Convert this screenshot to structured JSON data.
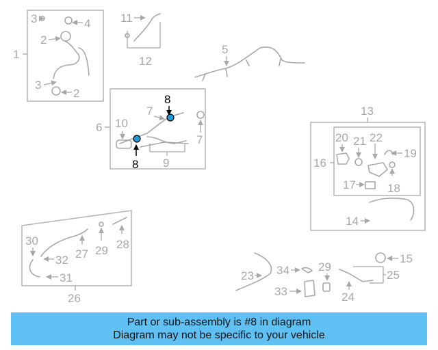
{
  "callouts": [
    "1",
    "2",
    "3",
    "4",
    "5",
    "6",
    "7",
    "8",
    "9",
    "10",
    "11",
    "12",
    "13",
    "14",
    "15",
    "16",
    "17",
    "18",
    "19",
    "20",
    "21",
    "22",
    "23",
    "24",
    "25",
    "26",
    "27",
    "28",
    "29",
    "30",
    "31",
    "32",
    "33",
    "34"
  ],
  "highlight": {
    "label": "8",
    "color": "#1e9bd7"
  },
  "banner": {
    "line1": "Part or sub-assembly is #8 in diagram",
    "line2": "Diagram may not be specific to your vehicle",
    "color": "#5fc1f3"
  }
}
